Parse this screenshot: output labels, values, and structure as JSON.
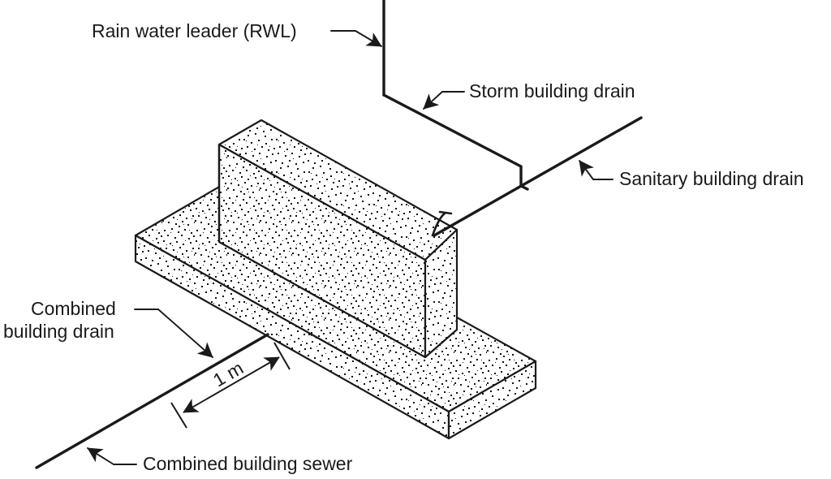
{
  "figure": {
    "title": "Combined building drain and sewer isometric detail",
    "kind": "isometric-plumbing-diagram",
    "background_color": "#ffffff",
    "line_color": "#1a1a1a",
    "stipple_color": "#111111"
  },
  "labels": {
    "rwl": "Rain water leader (RWL)",
    "storm_drain": "Storm building drain",
    "sanitary_drain": "Sanitary building drain",
    "combined_drain_line1": "Combined",
    "combined_drain_line2": "building drain",
    "combined_sewer": "Combined building sewer"
  },
  "dimensions": {
    "distance": "1 m"
  },
  "icons": {
    "leader_arrow": "arrow-head-icon",
    "dimension_arrow": "double-arrow-icon",
    "pipe_hook": "pipe-connection-hook-icon"
  }
}
